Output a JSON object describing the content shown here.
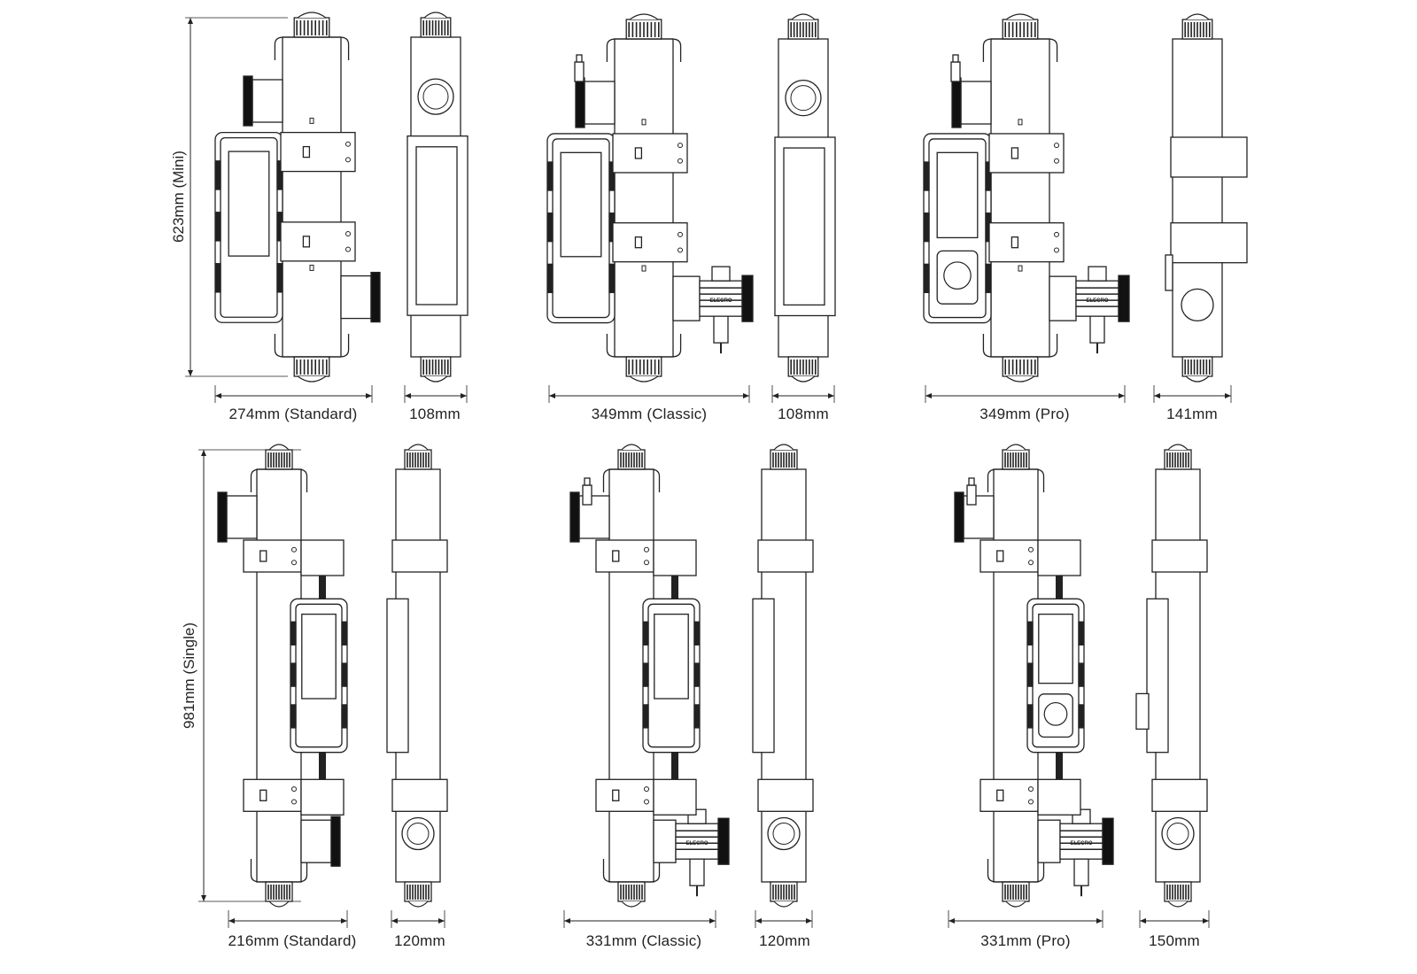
{
  "brand_mark": "ELECRO",
  "rows": [
    {
      "height_label": "623mm (Mini)",
      "units": [
        {
          "model": "Standard",
          "front_width_label": "274mm (Standard)",
          "side_width_label": "108mm"
        },
        {
          "model": "Classic",
          "front_width_label": "349mm (Classic)",
          "side_width_label": "108mm"
        },
        {
          "model": "Pro",
          "front_width_label": "349mm (Pro)",
          "side_width_label": "141mm"
        }
      ]
    },
    {
      "height_label": "981mm (Single)",
      "units": [
        {
          "model": "Standard",
          "front_width_label": "216mm (Standard)",
          "side_width_label": "120mm"
        },
        {
          "model": "Classic",
          "front_width_label": "331mm (Classic)",
          "side_width_label": "120mm"
        },
        {
          "model": "Pro",
          "front_width_label": "331mm (Pro)",
          "side_width_label": "150mm"
        }
      ]
    }
  ]
}
